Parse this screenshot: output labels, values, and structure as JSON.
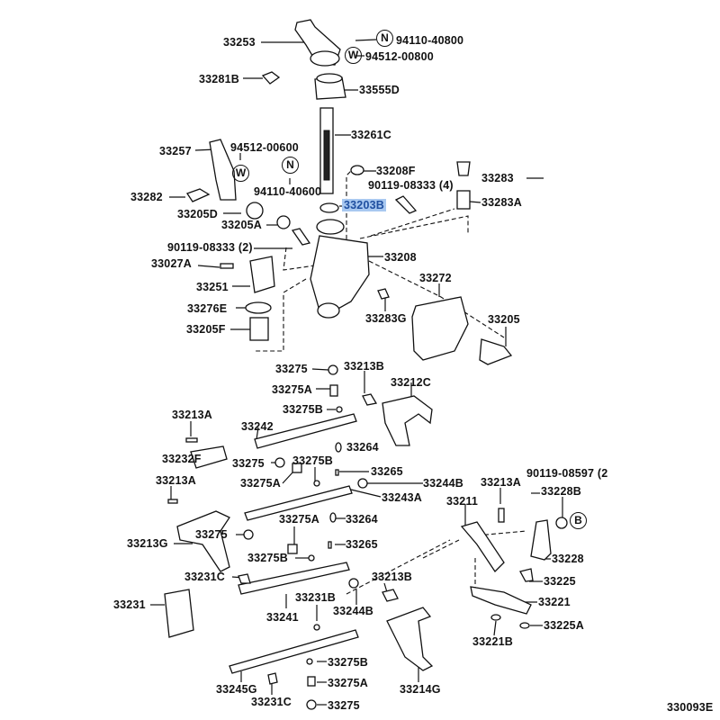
{
  "diagram": {
    "title": "Transmission shift lever / shift fork parts diagram",
    "figure_number": "330093E",
    "highlighted_part": "33203B",
    "highlight_color": "#a8c8f0",
    "highlight_text_color": "#1f4fa0",
    "symbols": {
      "N": "N",
      "W": "W",
      "B": "B"
    },
    "labels": {
      "p33253": "33253",
      "p94110_40800": "94110-40800",
      "p94512_00800": "94512-00800",
      "p33281B": "33281B",
      "p33555D": "33555D",
      "p33261C": "33261C",
      "p33257": "33257",
      "p94512_00600": "94512-00600",
      "p94110_40600": "94110-40600",
      "p33208F": "33208F",
      "p33283": "33283",
      "p90119_08333_4": "90119-08333 (4)",
      "p33282": "33282",
      "p33203B": "33203B",
      "p33283A": "33283A",
      "p33205D": "33205D",
      "p33205A": "33205A",
      "p90119_08333_2": "90119-08333 (2)",
      "p33208": "33208",
      "p33027A": "33027A",
      "p33272": "33272",
      "p33251": "33251",
      "p33276E": "33276E",
      "p33283G": "33283G",
      "p33205": "33205",
      "p33205F": "33205F",
      "p33275_a": "33275",
      "p33213B_a": "33213B",
      "p33275A_a": "33275A",
      "p33212C": "33212C",
      "p33275B_a": "33275B",
      "p33213A_a": "33213A",
      "p33242": "33242",
      "p33264_a": "33264",
      "p33232F": "33232F",
      "p33275_b": "33275",
      "p33275B_b": "33275B",
      "p33265_a": "33265",
      "p33213A_b": "33213A",
      "p33275A_b": "33275A",
      "p33244B_a": "33244B",
      "p33243A": "33243A",
      "p33213A_c": "33213A",
      "p90119_08597": "90119-08597 (2",
      "p33211": "33211",
      "p33228B": "33228B",
      "p33275A_c": "33275A",
      "p33264_b": "33264",
      "p33213G": "33213G",
      "p33275_c": "33275",
      "p33265_b": "33265",
      "p33228": "33228",
      "p33275B_c": "33275B",
      "p33231C_a": "33231C",
      "p33213B_b": "33213B",
      "p33225": "33225",
      "p33231": "33231",
      "p33231B": "33231B",
      "p33221": "33221",
      "p33241": "33241",
      "p33244B_b": "33244B",
      "p33225A": "33225A",
      "p33221B": "33221B",
      "p33275B_d": "33275B",
      "p33275A_d": "33275A",
      "p33245G": "33245G",
      "p33214G": "33214G",
      "p33231C_b": "33231C",
      "p33275_d": "33275"
    }
  }
}
